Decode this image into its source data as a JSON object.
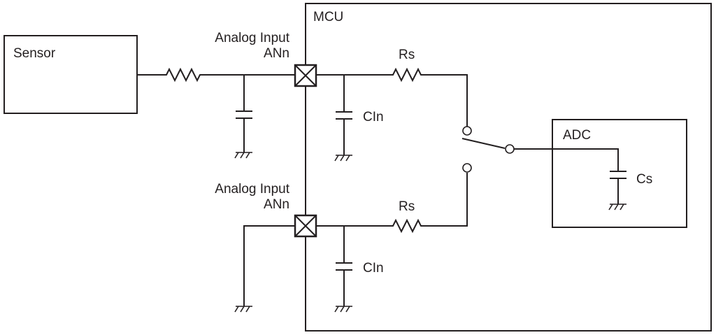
{
  "blocks": {
    "sensor": "Sensor",
    "mcu": "MCU",
    "adc": "ADC"
  },
  "pins": {
    "top": {
      "line1": "Analog Input",
      "line2": "ANn"
    },
    "bottom": {
      "line1": "Analog Input",
      "line2": "ANn"
    }
  },
  "components": {
    "rs_top": "Rs",
    "rs_bottom": "Rs",
    "cin_top": "CIn",
    "cin_bottom": "CIn",
    "cs": "Cs"
  },
  "colors": {
    "line": "#231f20",
    "background": "#ffffff"
  }
}
